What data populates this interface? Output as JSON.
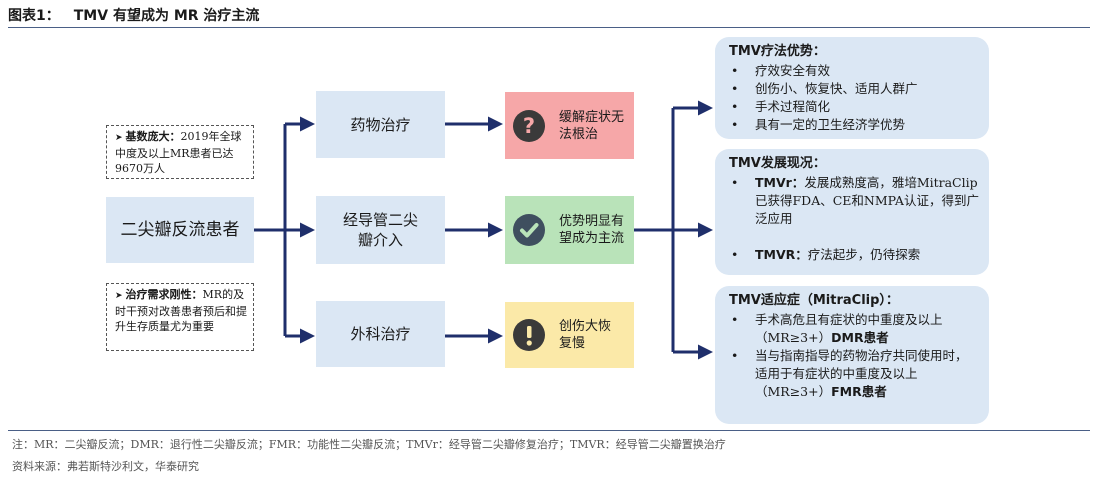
{
  "header": {
    "figure_label": "图表1：",
    "title": "TMV 有望成为 MR 治疗主流"
  },
  "notes": {
    "base": {
      "lead": "基数庞大：",
      "text": "2019年全球中度及以上MR患者已达9670万人"
    },
    "demand": {
      "lead": "治疗需求刚性：",
      "text": "MR的及时干预对改善患者预后和提升生存质量尤为重要"
    }
  },
  "patients": "二尖瓣反流患者",
  "treatments": {
    "drug": "药物治疗",
    "tmv": "经导管二尖瓣介入",
    "surgery": "外科治疗"
  },
  "outcomes": {
    "drug": {
      "text": "缓解症状无法根治",
      "icon": "question-icon",
      "bg": "#f6a7a8",
      "icon_color": "#3a3a3a"
    },
    "tmv": {
      "text": "优势明显有望成为主流",
      "icon": "check-icon",
      "bg": "#b9e3b9",
      "icon_color": "#3f4f5f"
    },
    "surgery": {
      "text": "创伤大恢复慢",
      "icon": "exclamation-icon",
      "bg": "#fbe9a8",
      "icon_color": "#3a3a3a"
    }
  },
  "panels": {
    "advantages": {
      "title": "TMV疗法优势：",
      "items": [
        "疗效安全有效",
        "创伤小、恢复快、适用人群广",
        "手术过程简化",
        "具有一定的卫生经济学优势"
      ]
    },
    "status": {
      "title": "TMV发展现况：",
      "tmvr_lead": "TMVr：",
      "tmvr_text": "发展成熟度高，雅培MitraClip已获得FDA、CE和NMPA认证，得到广泛应用",
      "tmvR_lead": "TMVR：",
      "tmvR_text": "疗法起步，仍待探索"
    },
    "indications": {
      "title": "TMV适应症（MitraClip）：",
      "item1_text": "手术高危且有症状的中重度及以上（MR≥3+）",
      "item1_bold": "DMR患者",
      "item2_text": "当与指南指导的药物治疗共同使用时，适用于有症状的中重度及以上（MR≥3+）",
      "item2_bold": "FMR患者"
    }
  },
  "footer": {
    "abbrev": "注：MR：二尖瓣反流；DMR：退行性二尖瓣反流；FMR：功能性二尖瓣反流；TMVr：经导管二尖瓣修复治疗；TMVR：经导管二尖瓣置换治疗",
    "source": "资料来源：弗若斯特沙利文，华泰研究"
  },
  "colors": {
    "arrow": "#1f2f6b",
    "box": "#dbe7f4",
    "rule": "#4a5f86"
  }
}
